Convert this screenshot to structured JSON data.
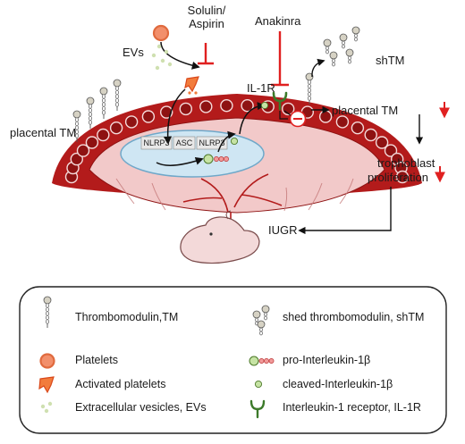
{
  "diagram": {
    "labels": {
      "evs": "EVs",
      "solulin_line1": "Solulin/",
      "solulin_line2": "Aspirin",
      "anakinra": "Anakinra",
      "il1r": "IL-1R",
      "shtm": "shTM",
      "placental_tm_left": "placental TM",
      "placental_tm_right": "placental TM",
      "trophoblast_line1": "trophoblast",
      "trophoblast_line2": "proliferation",
      "iugr": "IUGR",
      "nlrp3_a": "NLRP3",
      "asc": "ASC",
      "nlrp3_b": "NLRP3"
    },
    "colors": {
      "placenta_red": "#b31b1b",
      "placenta_dark": "#8e1212",
      "inhibit_red": "#e02020",
      "nucleus_blue": "#cfe6f3",
      "fetus_skin": "#f3d9d9",
      "il1r_green": "#3c7a2a",
      "ev_green": "#cfe0b0"
    }
  },
  "legend": {
    "items": [
      {
        "label": "Thrombomodulin,TM",
        "icon": "thrombomodulin-icon"
      },
      {
        "label": "Platelets",
        "icon": "platelet-icon"
      },
      {
        "label": "Activated platelets",
        "icon": "activated-platelet-icon"
      },
      {
        "label": "Extracellular vesicles, EVs",
        "icon": "ev-icon"
      },
      {
        "label": "shed thrombomodulin, shTM",
        "icon": "shtm-icon"
      },
      {
        "label": "pro-Interleukin-1β",
        "icon": "pro-il1b-icon"
      },
      {
        "label": "cleaved-Interleukin-1β",
        "icon": "cleaved-il1b-icon"
      },
      {
        "label": "Interleukin-1 receptor, IL-1R",
        "icon": "il1r-icon"
      }
    ]
  }
}
